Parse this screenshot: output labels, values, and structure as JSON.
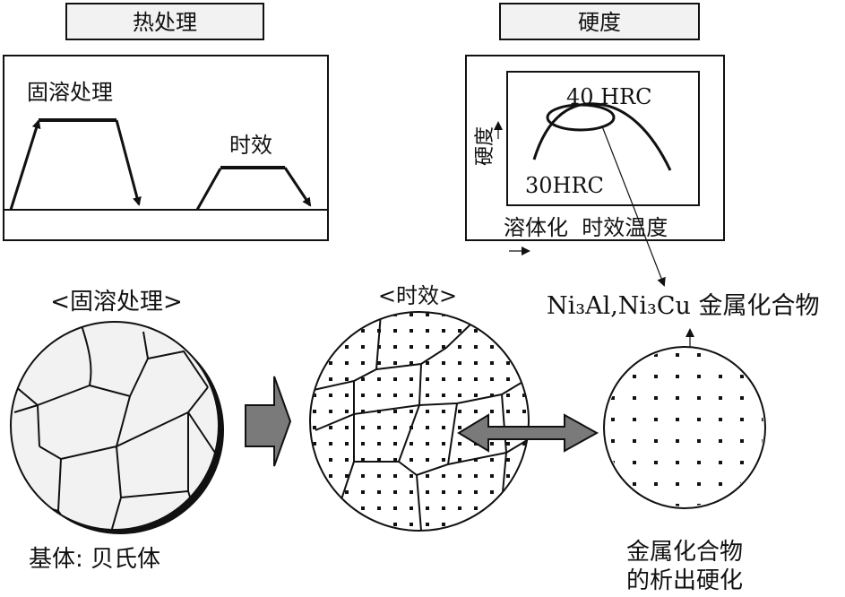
{
  "heat_treatment": {
    "title": "热处理",
    "solution_label": "固溶处理",
    "aging_label": "时效"
  },
  "hardness": {
    "title": "硬度",
    "y_axis_label": "硬度",
    "x_axis_label": "溶体化  时效温度",
    "peak_label": "40 HRC",
    "base_label": "30HRC"
  },
  "precipitate": {
    "formula": "Ni₃Al,Ni₃Cu 金属化合物"
  },
  "micro": {
    "solution_label": "<固溶处理>",
    "aging_label": "<时效>",
    "matrix_label": "基体: 贝氏体",
    "hardening_line1": "金属化合物",
    "hardening_line2": "的析出硬化"
  },
  "colors": {
    "line": "#111111",
    "title_box_fill": "#f2f2f2",
    "grain_fill": "#f2f2f2",
    "arrow_fill": "#7a7a7a"
  }
}
